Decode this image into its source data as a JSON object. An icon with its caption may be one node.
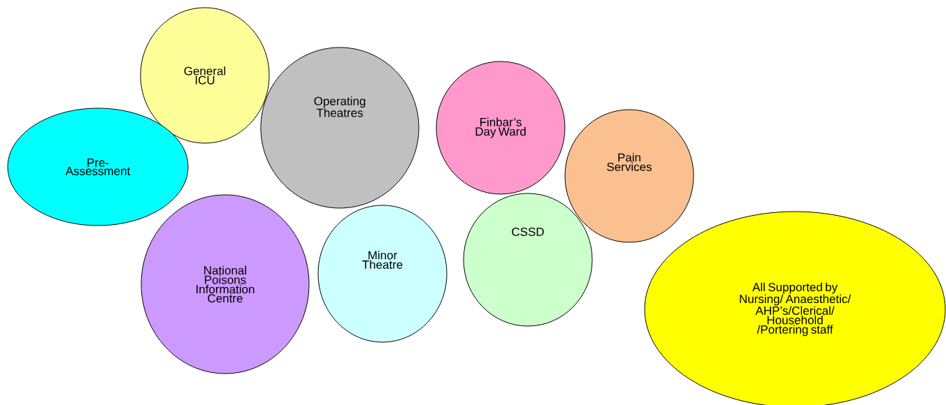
{
  "diagram": {
    "nodes": [
      {
        "text": [
          "General ICU"
        ]
      },
      {
        "text": [
          "Operating Theatres"
        ]
      },
      {
        "text": [
          "Finbar’s Day Ward"
        ]
      },
      {
        "text": [
          "Pre- Assessment"
        ]
      },
      {
        "text": [
          "Pain Services"
        ]
      },
      {
        "text": [
          "CSSD"
        ]
      },
      {
        "text": [
          "National Poisons Information Centre"
        ]
      },
      {
        "text": [
          "Minor Theatre"
        ]
      },
      {
        "text": [
          "All Supported by Nursing/ Anaesthetic/ AHP’s/Clerical/ Household /Portering staff"
        ]
      }
    ]
  }
}
